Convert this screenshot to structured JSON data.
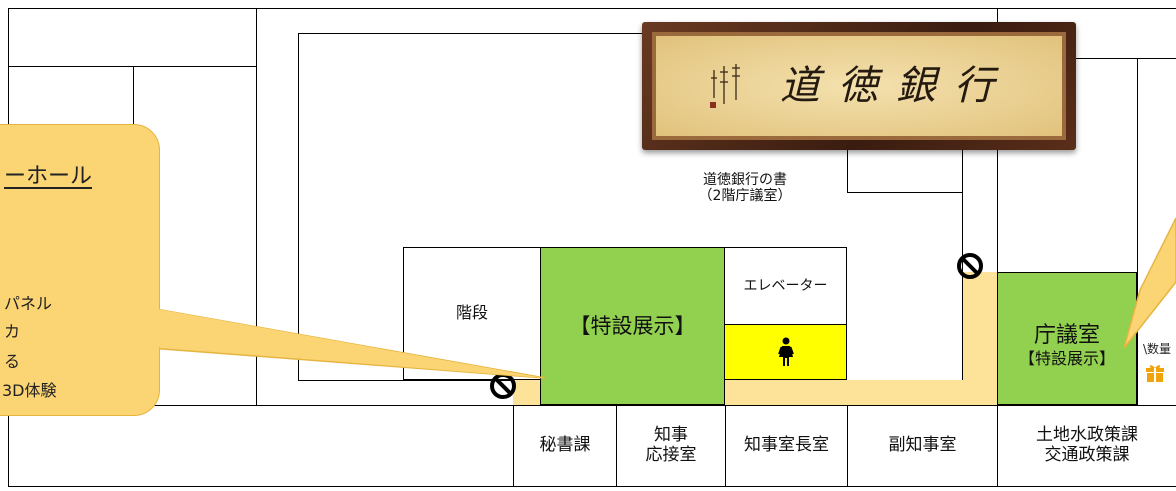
{
  "colors": {
    "line": "#000000",
    "green": "#92d050",
    "yellow": "#ffff00",
    "corridor": "#fde39a",
    "callout_fill": "#fbd574",
    "callout_border": "#e6b540",
    "frame": "#4a2618",
    "frame_inner": "#9b6a3c",
    "calligraphy_bg": "#eed79d",
    "ink": "#241a10",
    "gift": "#f0a30a"
  },
  "map": {
    "calligraphy_text": "道徳銀行",
    "calligraphy_caption": [
      "道徳銀行の書",
      "（2階庁議室）"
    ],
    "rooms": {
      "stairs": "階段",
      "special_exhibit_center": "【特設展示】",
      "elevator": "エレベーター",
      "council_room": "庁議室",
      "council_room_exhibit": "【特設展示】",
      "secretary": "秘書課",
      "governor_reception": [
        "知事",
        "応接室"
      ],
      "governor_office_chief": "知事室長室",
      "vice_governor": "副知事室",
      "land_water_traffic": [
        "土地水政策課",
        "交通政策課"
      ]
    },
    "left_callout": {
      "heading": "ーホール",
      "lines": [
        "パネル",
        "カ",
        "る",
        "3D体験"
      ]
    },
    "right_callout_fragment": "\\数量",
    "icons": [
      "no-entry-icon",
      "no-entry-icon",
      "restroom-female-icon",
      "gift-icon"
    ]
  }
}
